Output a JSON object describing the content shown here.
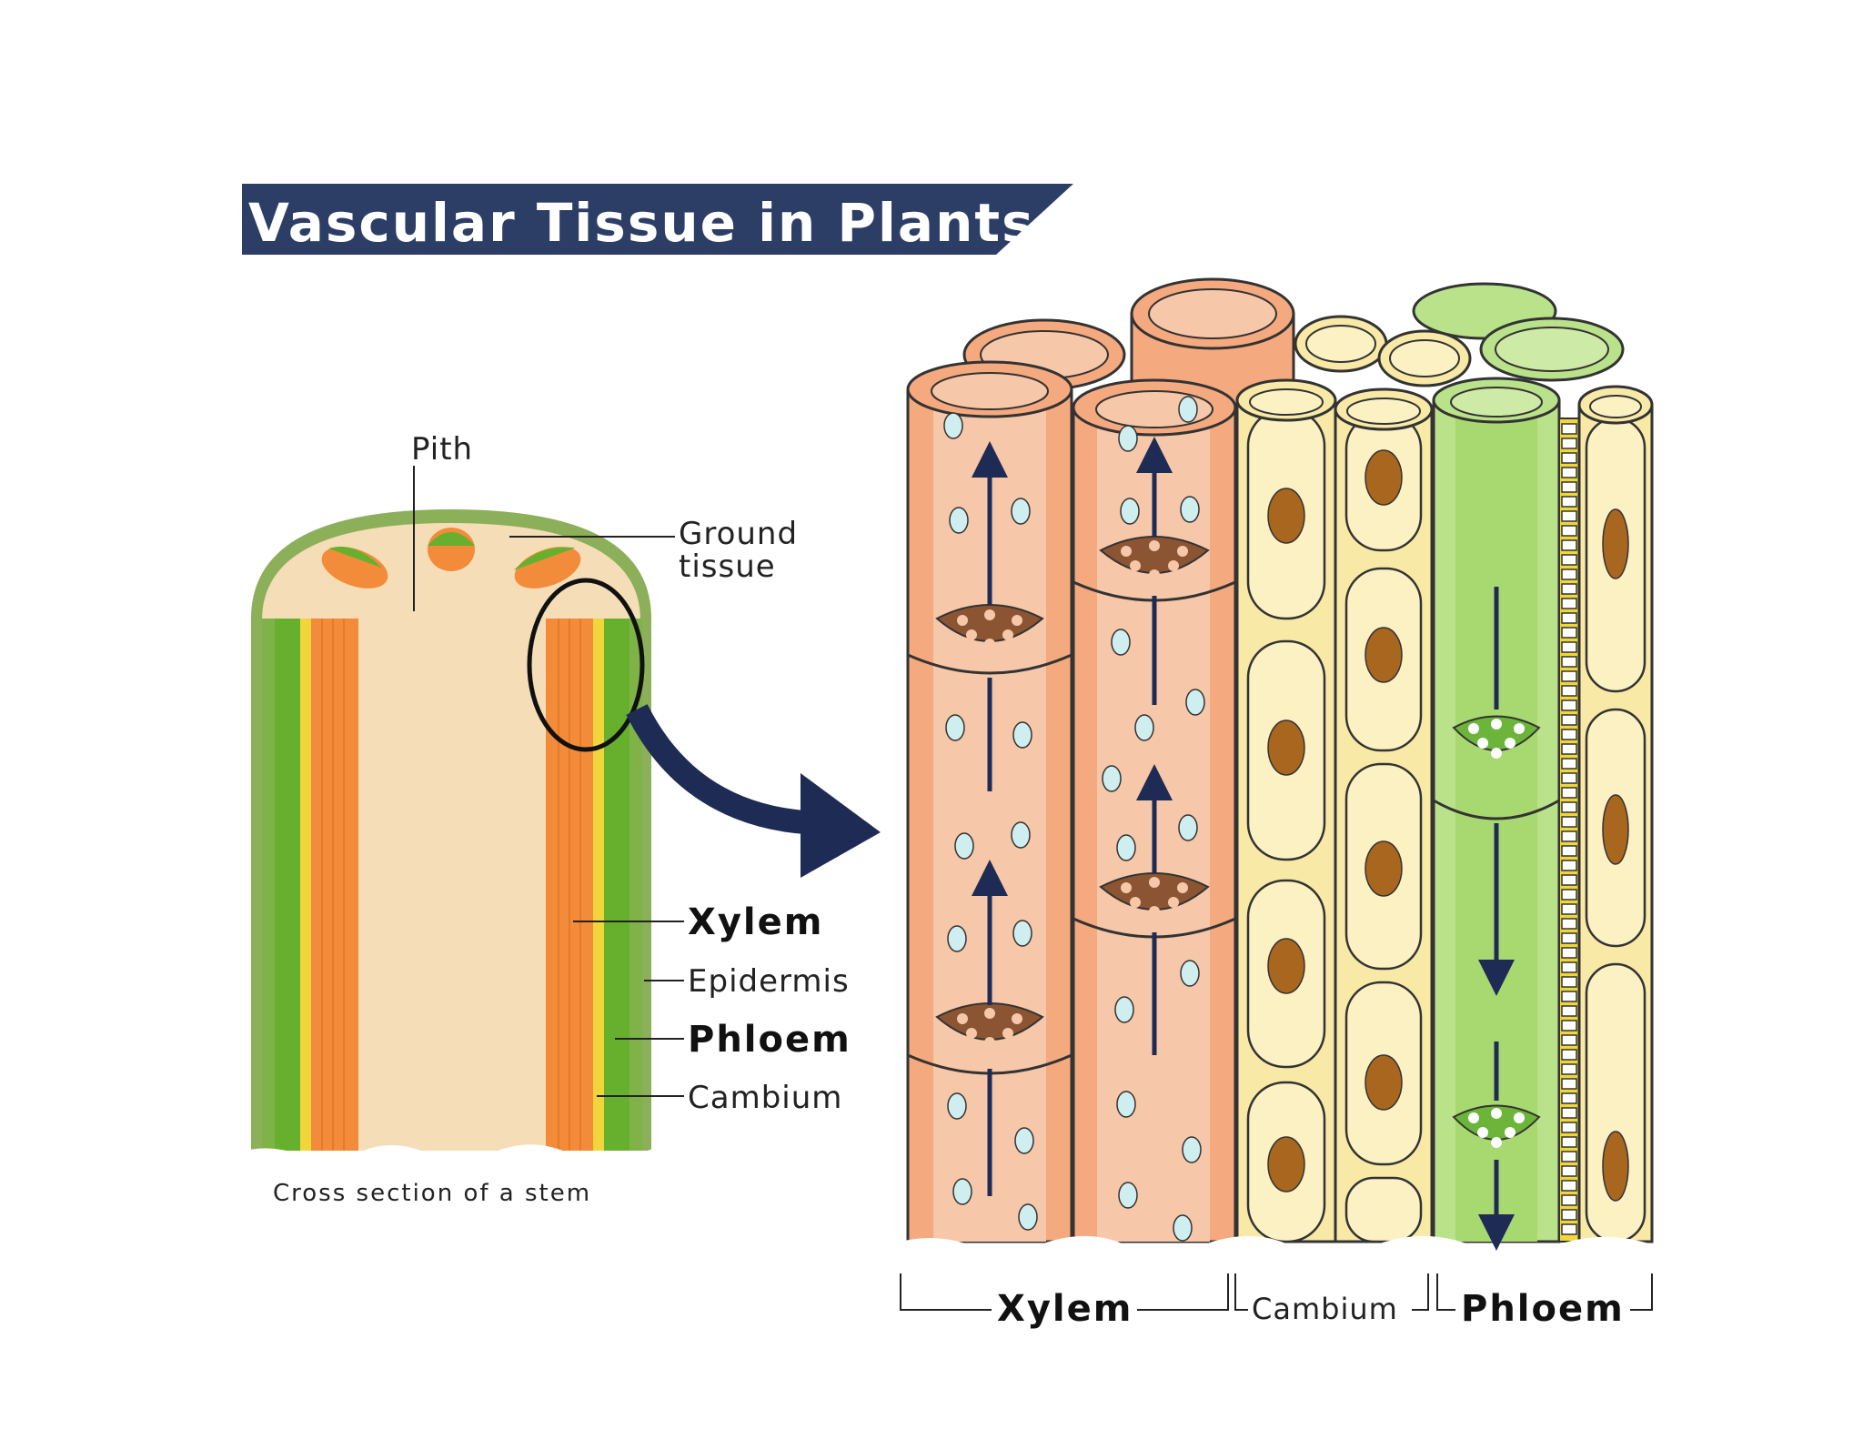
{
  "title": "Vascular Tissue in Plants",
  "stem": {
    "caption": "Cross section of a stem",
    "labels": {
      "pith": "Pith",
      "ground_tissue_line1": "Ground",
      "ground_tissue_line2": "tissue",
      "xylem": "Xylem",
      "epidermis": "Epidermis",
      "phloem": "Phloem",
      "cambium": "Cambium"
    }
  },
  "detail": {
    "brackets": {
      "xylem": "Xylem",
      "cambium": "Cambium",
      "phloem": "Phloem"
    },
    "flow": {
      "xylem": "up",
      "phloem": "down"
    }
  },
  "colors": {
    "title_banner": "#2d3e66",
    "xylem": "#f4a97f",
    "xylem_inner": "#f6c7a8",
    "cambium": "#f8e9a6",
    "cambium_nucleus": "#a8661f",
    "phloem": "#b9e28a",
    "phloem_dark": "#6cb43a",
    "epidermis": "#7fb347",
    "pith": "#f5ddb7",
    "arrow": "#1d2b55",
    "pit": "#cfeef0"
  }
}
